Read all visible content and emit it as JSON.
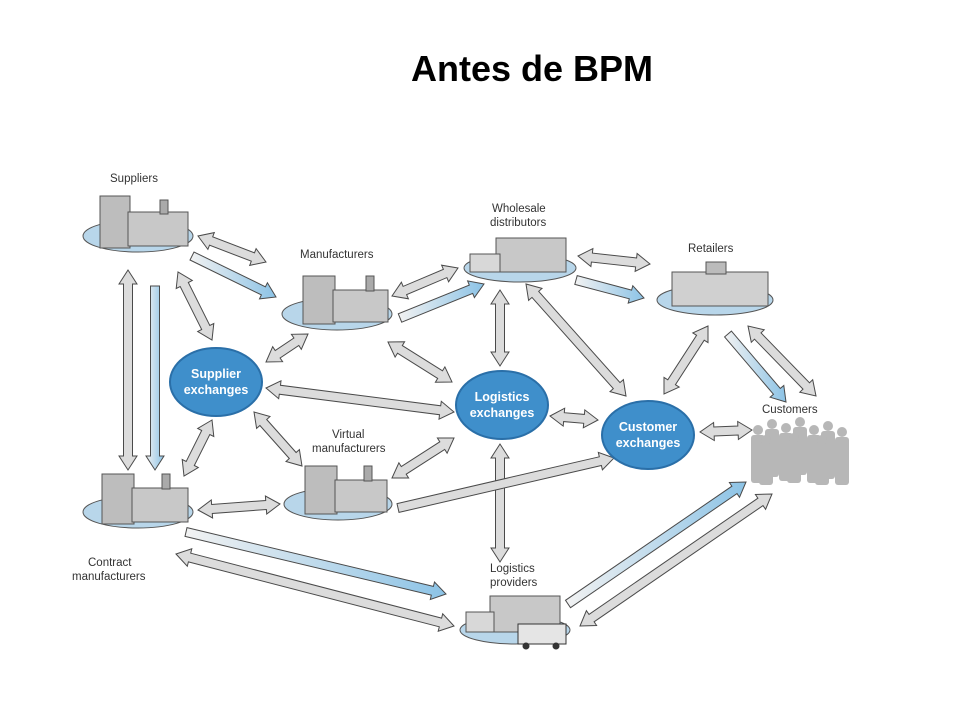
{
  "title": "Antes de BPM",
  "colors": {
    "hub_fill": "#3f8fcb",
    "hub_stroke": "#2a6fa8",
    "arrow_fill": "#dcdcdc",
    "arrow_blue": "#8cc3e6",
    "arrow_stroke": "#4a4a4a",
    "building": "#bdbdbd",
    "base": "#b8d6ea"
  },
  "nodes": {
    "suppliers": "Suppliers",
    "manufacturers": "Manufacturers",
    "wholesale": [
      "Wholesale",
      "distributors"
    ],
    "retailers": "Retailers",
    "customers": "Customers",
    "virtual": [
      "Virtual",
      "manufacturers"
    ],
    "contract": [
      "Contract",
      "manufacturers"
    ],
    "logistics_providers": [
      "Logistics",
      "providers"
    ]
  },
  "hubs": {
    "supplier_exchanges": [
      "Supplier",
      "exchanges"
    ],
    "logistics_exchanges": [
      "Logistics",
      "exchanges"
    ],
    "customer_exchanges": [
      "Customer",
      "exchanges"
    ]
  }
}
